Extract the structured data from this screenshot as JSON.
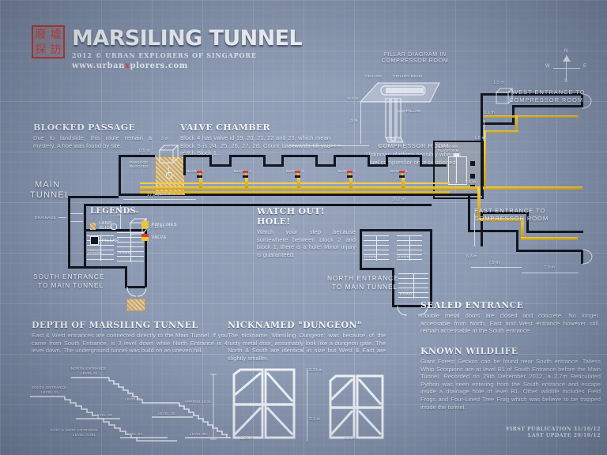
{
  "header": {
    "stamp_chars": [
      "廢",
      "墟",
      "探",
      "訪"
    ],
    "title": "MARSILING TUNNEL",
    "subtitle": "2012 © URBAN EXPLORERS OF SINGAPORE",
    "url_pre": "www.urban",
    "url_x": "x",
    "url_post": "plorers.com",
    "accent_red": "#c0392b"
  },
  "compass": {
    "n": "N",
    "s": "S",
    "e": "E",
    "w": "W"
  },
  "notes": {
    "blocked_passage": {
      "title": "BLOCKED PASSAGE",
      "body": "Due to landslide, this route remain a mystery. A hoe was found by site."
    },
    "valve_chamber": {
      "title": "VALVE CHAMBER",
      "body": "Block 4 has valve id 19, 20, 21, 22 and 23, which mean Block 5 is 24, 25, 26, 27, 28. Count backwards till you reach Block 1..."
    },
    "pillar_diagram": {
      "title_line1": "PILLAR DIAGRAM IN",
      "title_line2": "COMPRESSOR ROOM",
      "label_ceiling": "CEILING",
      "label_ceiling_beam": "CEILING BEAM",
      "label_pillar": "PILLAR",
      "dim_thickness": "0.2 m",
      "dim_height": "2 m",
      "dim_width": "0.2 m"
    },
    "compressor_room": {
      "title": "COMPRESSOR ROOM",
      "body": "Unknown platform possibly where a fuel compressor once positioned."
    },
    "watch_out": {
      "title": "WATCH OUT! HOLE!",
      "body": "Watch your step because somewhere between block 2 and block 1, there is a hole! Minor injury is guaranteed."
    },
    "sealed_entrance": {
      "title": "SEALED ENTRANCE",
      "body": "Double metal doors are closed and concrete. No longer accessable from North, East and West entrance however still remain accessable at the South entrance."
    },
    "known_wildlife": {
      "title": "KNOWN WILDLIFE",
      "body": "Giant Forest Geckos can be found near South entrance. Tailess Whip Scorpions are at level B1 of South Entrance before the Main Tunnel. Recorded on 29th December 2012, a 2.7m Reticulated Python was seen entering from the South entrance and escape inside a drainage hole of level B1. Other wildlife includes Field Frogs and Four-Lined Tree Frog which was believe to be trapped inside the tunnel."
    },
    "depth": {
      "title": "DEPTH OF MARSILING TUNNEL",
      "body": "East & West entrances are connected directly to the Main Tunnel. If you came from South Entrance, is 3 level down while North Entrance is 4 level down. The underground tunnel was build on an uneven hill."
    },
    "dungeon": {
      "title": "NICKNAMED \"DUNGEON\"",
      "body": "The nickname 'Marsiling Dungeon' was because of the rusty metal door, assumably look like a dungeon gate. The North & South are identical in size but West & East are slightly smaller."
    }
  },
  "map_labels": {
    "main_tunnel_l1": "MAIN",
    "main_tunnel_l2": "TUNNEL",
    "passage_blocked_l1": "PASSAGE",
    "passage_blocked_l2": "BLOCKED",
    "drainage": "DRAINAGE",
    "south_entrance_l1": "SOUTH ENTRANCE",
    "south_entrance_l2": "TO MAIN TUNNEL",
    "north_entrance_l1": "NORTH ENTRANCE",
    "north_entrance_l2": "TO MAIN TUNNEL",
    "west_entrance_l1": "WEST ENTRANCE TO",
    "west_entrance_l2": "COMPRESSOR ROOM",
    "east_entrance_l1": "EAST ENTRANCE TO",
    "east_entrance_l2": "COMPRESSOR ROOM",
    "unknown_platform_l1": "UNKNOWN",
    "unknown_platform_l2": "PLATFORM",
    "down": "DOWN",
    "blocks": [
      "BLOCK 5",
      "BLOCK 4",
      "BLOCK 3",
      "BLOCK 2",
      "BLOCK 1"
    ]
  },
  "dimensions": {
    "d_17_5m": "17.5 m",
    "d_7_3m": "7.3 m",
    "d_4_27m": "4.27 m",
    "d_26_2m": "26.2 m",
    "d_3m_a": "3 m",
    "d_3m_b": "3 m",
    "d_0_5m": "0.5 m",
    "d_2_5m": "2.5 m",
    "d_2_13m": "2.13 m",
    "d_1_5m_a": "1.5 m",
    "d_1_5m_b": "1.5 m",
    "d_1_1m": "1.1 m",
    "d_3_6m": "3.6 m",
    "d_6_3m": "6.3 m",
    "d_7_9m_a": "7.9 m",
    "d_7_9m_b": "7.9 m",
    "d_3_5m": "3.5 m"
  },
  "legends": {
    "title": "LEGENDS",
    "items": [
      {
        "key": "land-slide",
        "label": "LAND SLIDE"
      },
      {
        "key": "pipelines",
        "label": "PIPELINES"
      },
      {
        "key": "pillar",
        "label": "PILLAR"
      },
      {
        "key": "valve",
        "label": "VALVE"
      }
    ]
  },
  "depth_profile": {
    "north_entrance_l1": "NORTH ENTRANCE",
    "north_entrance_l2": "LEVEL 01",
    "south_entrance_l1": "SOUTH ENTRANCE",
    "south_entrance_l2": "LEVEL 01",
    "east_west_l1": "EAST & WEST ENTRANCE",
    "east_west_l2": "LEVEL 01/B1",
    "level_02_a": "LEVEL 02",
    "level_02_b": "LEVEL 02",
    "level_03_a": "LEVEL 03",
    "level_03_b": "LEVEL 03",
    "level_b1_a": "LEVEL B1",
    "level_b1_b": "LEVEL B1",
    "approx": "APPROX 10 m"
  },
  "doors": {
    "north_south": {
      "width": "1.05 m",
      "height": "2.13 m"
    },
    "west_east": {
      "width": "0.9 m",
      "height": "2.1 m"
    }
  },
  "footer": {
    "first_publication": "FIRST PUBLICATION 31/10/12",
    "last_update": "LAST UPDATE 29/10/12"
  }
}
